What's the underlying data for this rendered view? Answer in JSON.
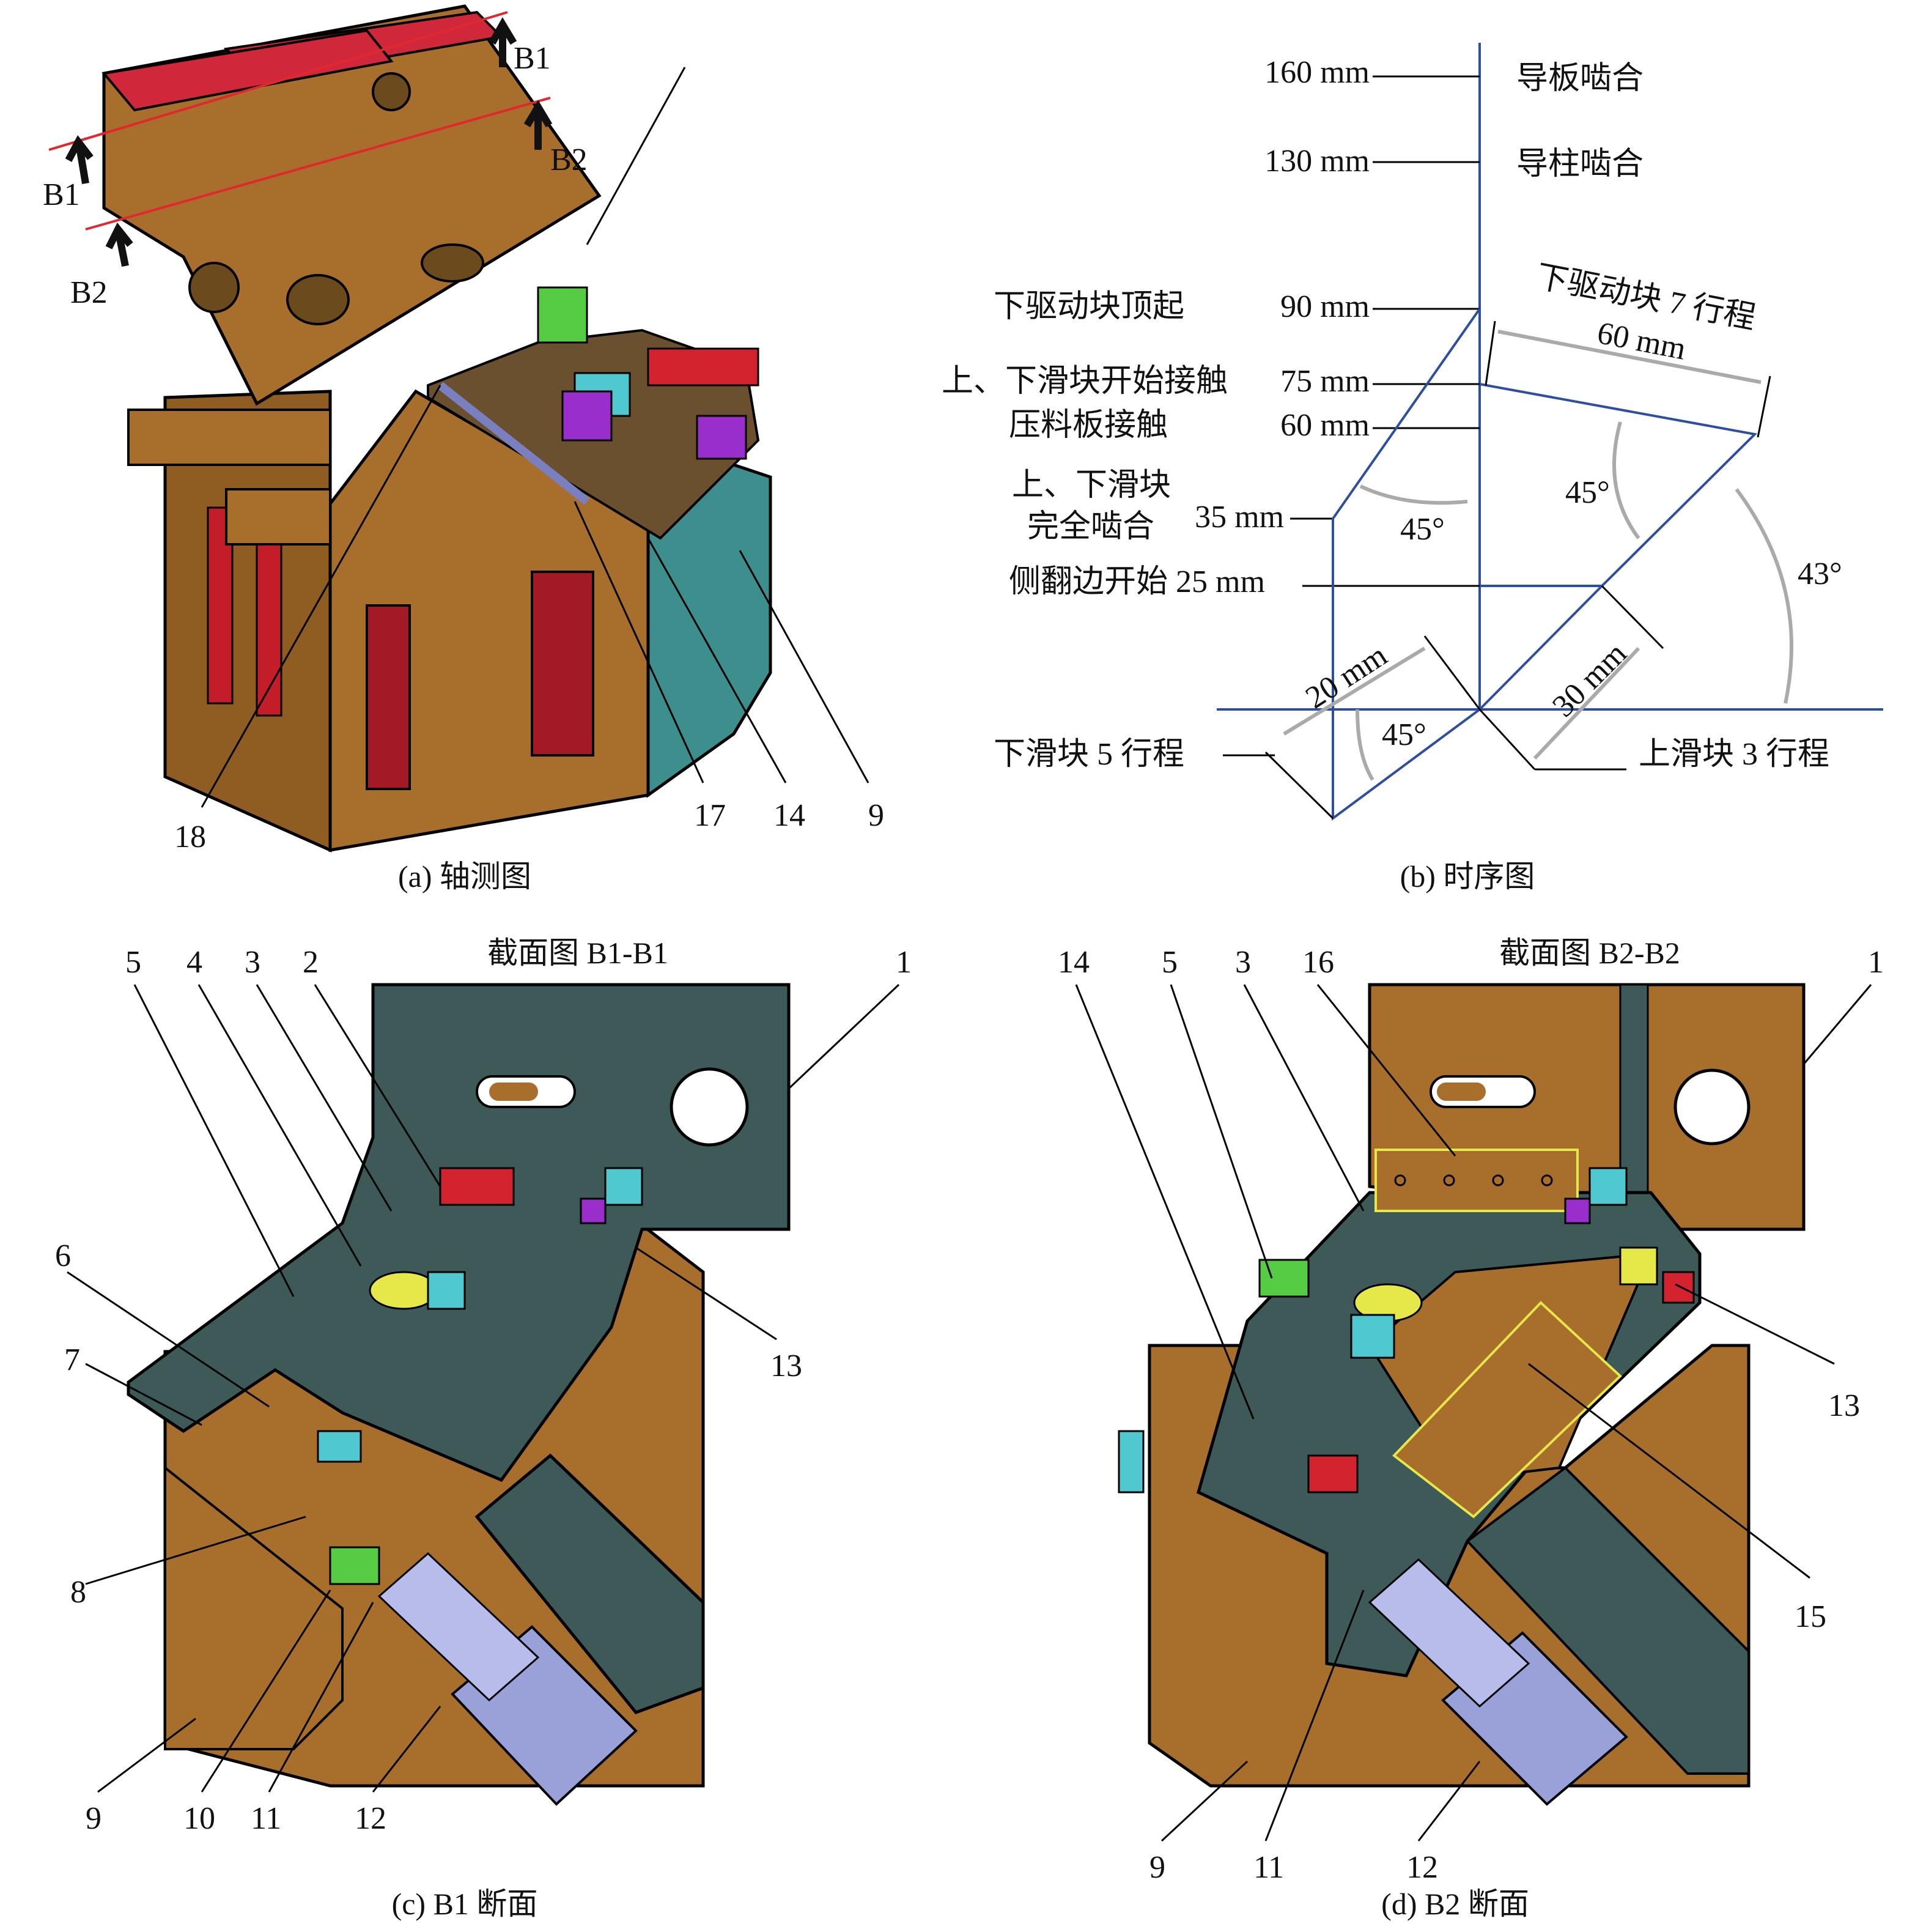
{
  "panels": {
    "a": {
      "caption": "(a) 轴测图",
      "section_marks": [
        "B1",
        "B2",
        "B1",
        "B2"
      ],
      "callouts": [
        "18",
        "17",
        "14",
        "9"
      ]
    },
    "b": {
      "caption": "(b) 时序图",
      "timeline": [
        {
          "value": "160 mm",
          "event": "导板啮合"
        },
        {
          "value": "130 mm",
          "event": "导柱啮合"
        },
        {
          "value": "90 mm",
          "event": "下驱动块顶起"
        },
        {
          "value": "75 mm",
          "event": "上、下滑块开始接触"
        },
        {
          "value": "60 mm",
          "event": "压料板接触"
        },
        {
          "value": "35 mm",
          "event": "上、下滑块",
          "event2": "完全啮合"
        },
        {
          "value": "侧翻边开始 25 mm"
        }
      ],
      "stroke_labels": {
        "drive_block": "下驱动块 7 行程",
        "drive_block_len": "60 mm",
        "lower_slider": "下滑块 5 行程",
        "lower_slider_len": "20 mm",
        "upper_slider": "上滑块 3 行程",
        "upper_slider_len": "30 mm"
      },
      "angles": [
        "45°",
        "45°",
        "43°",
        "45°"
      ]
    },
    "c": {
      "caption": "(c) B1 断面",
      "title": "截面图 B1-B1",
      "callouts": [
        "5",
        "4",
        "3",
        "2",
        "1",
        "6",
        "7",
        "8",
        "13",
        "9",
        "10",
        "11",
        "12"
      ]
    },
    "d": {
      "caption": "(d) B2 断面",
      "title": "截面图 B2-B2",
      "callouts": [
        "14",
        "5",
        "3",
        "16",
        "1",
        "13",
        "15",
        "9",
        "11",
        "12"
      ]
    }
  },
  "colors": {
    "brown": "#a86e2b",
    "teal": "#3d5a58",
    "red": "#cc1f2a",
    "cyan": "#4fc8d0",
    "lavender": "#9aa0d8",
    "yellow": "#e6e84a",
    "magenta": "#9a2ecc",
    "timeline_blue": "#2e4ea1"
  }
}
